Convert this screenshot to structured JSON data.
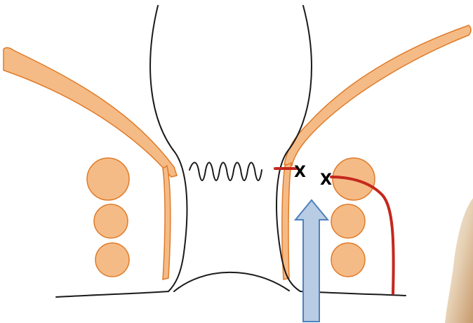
{
  "marks": {
    "left_x": "X",
    "right_x": "X"
  },
  "colors": {
    "muscle_fill": "#f5bb86",
    "muscle_stroke": "#e07a28",
    "outline": "#1a1a1a",
    "fistula_track": "#c4281c",
    "arrow_fill": "#b8cce4",
    "arrow_stroke": "#4f81bd"
  },
  "sphincter_circles_per_side": 3
}
